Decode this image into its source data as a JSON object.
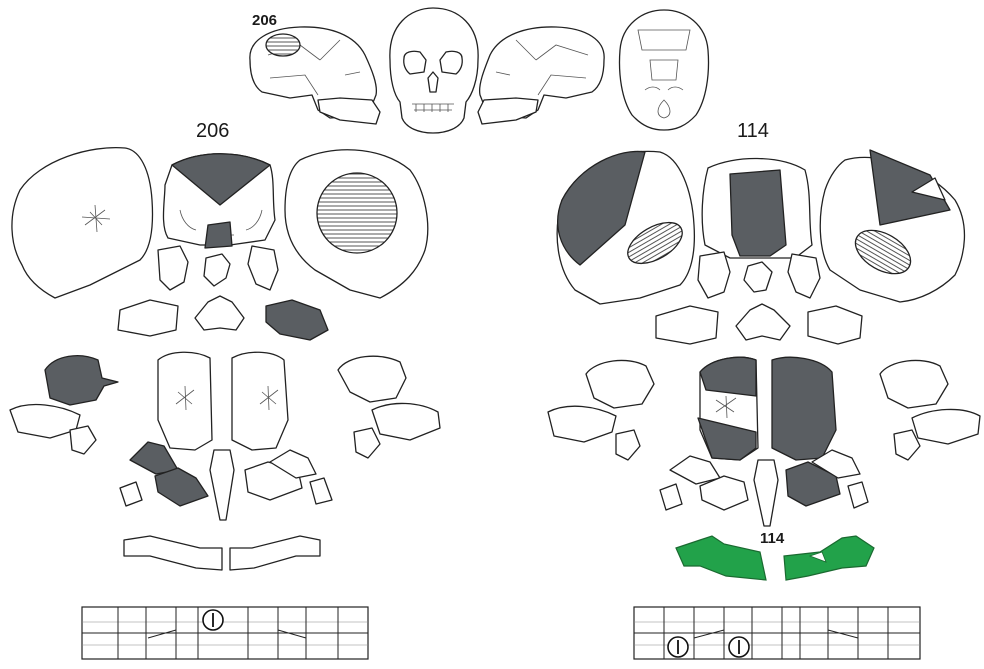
{
  "top_view": {
    "label": "206"
  },
  "panels": {
    "left": {
      "label": "206"
    },
    "right": {
      "label": "114",
      "mandible_label": "114"
    }
  },
  "colors": {
    "affected": "#5a5e62",
    "mandible_highlight": "#22a24a",
    "outline": "#222222"
  },
  "tooth_charts": {
    "left": {
      "marked_positions": 1
    },
    "right": {
      "marked_positions": 2
    }
  }
}
